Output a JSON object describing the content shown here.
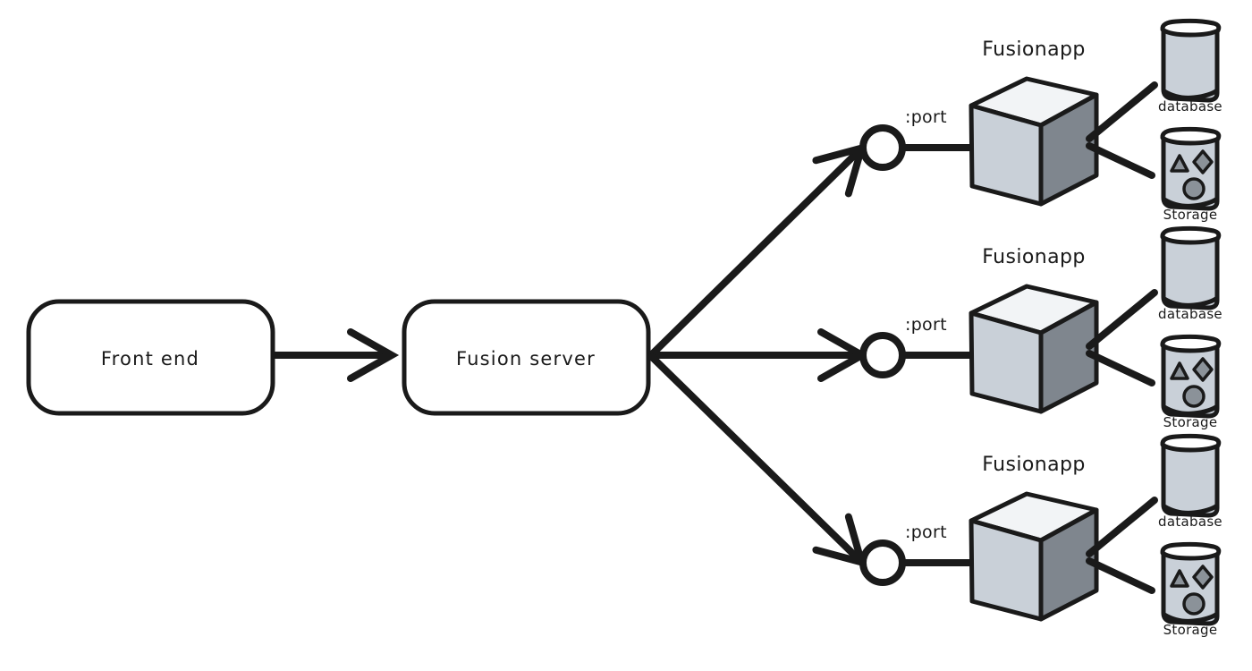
{
  "diagram": {
    "type": "architecture-flow",
    "background_color": "#ffffff",
    "stroke_color": "#1a1a1a",
    "palette": {
      "cube_top": "#f2f4f6",
      "cube_front": "#c9d0d8",
      "cube_side": "#7f868e",
      "cylinder_fill": "#c9d0d8",
      "glyph_fill": "#8b9299",
      "box_fill": "#ffffff"
    },
    "nodes": [
      {
        "id": "frontend",
        "label": "Front end",
        "shape": "rounded-rect"
      },
      {
        "id": "fusion-server",
        "label": "Fusion server",
        "shape": "rounded-rect"
      }
    ],
    "clusters": [
      {
        "id": "cluster-1",
        "title": "Fusionapp",
        "port_label": ":port",
        "stores": [
          {
            "id": "database-1",
            "label": "database",
            "kind": "plain-cylinder"
          },
          {
            "id": "storage-1",
            "label": "Storage",
            "kind": "glyph-cylinder",
            "glyphs": [
              "triangle",
              "diamond",
              "circle"
            ]
          }
        ]
      },
      {
        "id": "cluster-2",
        "title": "Fusionapp",
        "port_label": ":port",
        "stores": [
          {
            "id": "database-2",
            "label": "database",
            "kind": "plain-cylinder"
          },
          {
            "id": "storage-2",
            "label": "Storage",
            "kind": "glyph-cylinder",
            "glyphs": [
              "triangle",
              "diamond",
              "circle"
            ]
          }
        ]
      },
      {
        "id": "cluster-3",
        "title": "Fusionapp",
        "port_label": ":port",
        "stores": [
          {
            "id": "database-3",
            "label": "database",
            "kind": "plain-cylinder"
          },
          {
            "id": "storage-3",
            "label": "Storage",
            "kind": "glyph-cylinder",
            "glyphs": [
              "triangle",
              "diamond",
              "circle"
            ]
          }
        ]
      }
    ],
    "edges": [
      {
        "from": "frontend",
        "to": "fusion-server",
        "style": "arrow"
      },
      {
        "from": "fusion-server",
        "to": "cluster-1",
        "style": "arrow"
      },
      {
        "from": "fusion-server",
        "to": "cluster-2",
        "style": "arrow"
      },
      {
        "from": "fusion-server",
        "to": "cluster-3",
        "style": "arrow"
      },
      {
        "from": "cluster-1",
        "to": "database-1",
        "style": "line"
      },
      {
        "from": "cluster-1",
        "to": "storage-1",
        "style": "line"
      },
      {
        "from": "cluster-2",
        "to": "database-2",
        "style": "line"
      },
      {
        "from": "cluster-2",
        "to": "storage-2",
        "style": "line"
      },
      {
        "from": "cluster-3",
        "to": "database-3",
        "style": "line"
      },
      {
        "from": "cluster-3",
        "to": "storage-3",
        "style": "line"
      }
    ]
  }
}
